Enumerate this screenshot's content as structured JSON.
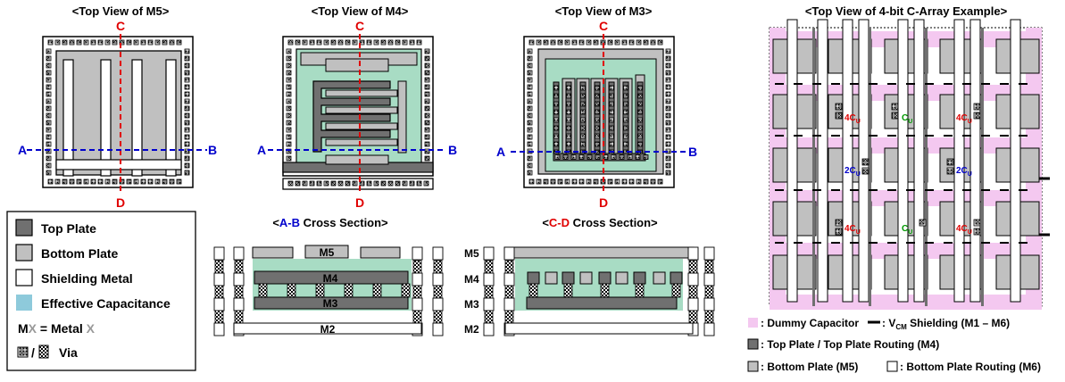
{
  "titles": {
    "m5": "<Top View of M5>",
    "m4": "<Top View of M4>",
    "m3": "<Top View of M3>",
    "array": "<Top View of 4-bit C-Array Example>"
  },
  "cross_sections": {
    "ab_prefix": "<",
    "ab_letters": "A-B",
    "ab_suffix": " Cross Section>",
    "cd_prefix": "<",
    "cd_letters": "C-D",
    "cd_suffix": " Cross Section>"
  },
  "cut_labels": {
    "a": "A",
    "b": "B",
    "c": "C",
    "d": "D"
  },
  "layer_labels": {
    "m5": "M5",
    "m4": "M4",
    "m3": "M3",
    "m2": "M2"
  },
  "legend": {
    "top_plate": "Top Plate",
    "bottom_plate": "Bottom Plate",
    "shielding": "Shielding Metal",
    "effective": "Effective Capacitance",
    "metal_m": "M",
    "metal_x1": "X",
    "metal_eq": " = Metal ",
    "metal_x2": "X",
    "via_slash": "/",
    "via": "Via"
  },
  "array_labels": {
    "c4": "4C",
    "c2": "2C",
    "c1": "C",
    "sub": "U"
  },
  "array_legend": {
    "dummy": ": Dummy Capacitor",
    "vcm_prefix": ": V",
    "vcm_sub": "CM",
    "vcm_suffix": " Shielding (M1 – M6)",
    "top_plate": ": Top Plate / Top Plate Routing (M4)",
    "bottom_plate": ": Bottom Plate (M5)",
    "bottom_routing": ": Bottom Plate Routing (M6)"
  },
  "colors": {
    "top_plate": "#707070",
    "bottom_plate": "#c0c0c0",
    "shield": "#ffffff",
    "effective": "#a8dcc4",
    "legend_effective": "#8ecadb",
    "dummy": "#f4c8f0",
    "red": "#e00000",
    "blue": "#0000cc",
    "green": "#009900"
  }
}
